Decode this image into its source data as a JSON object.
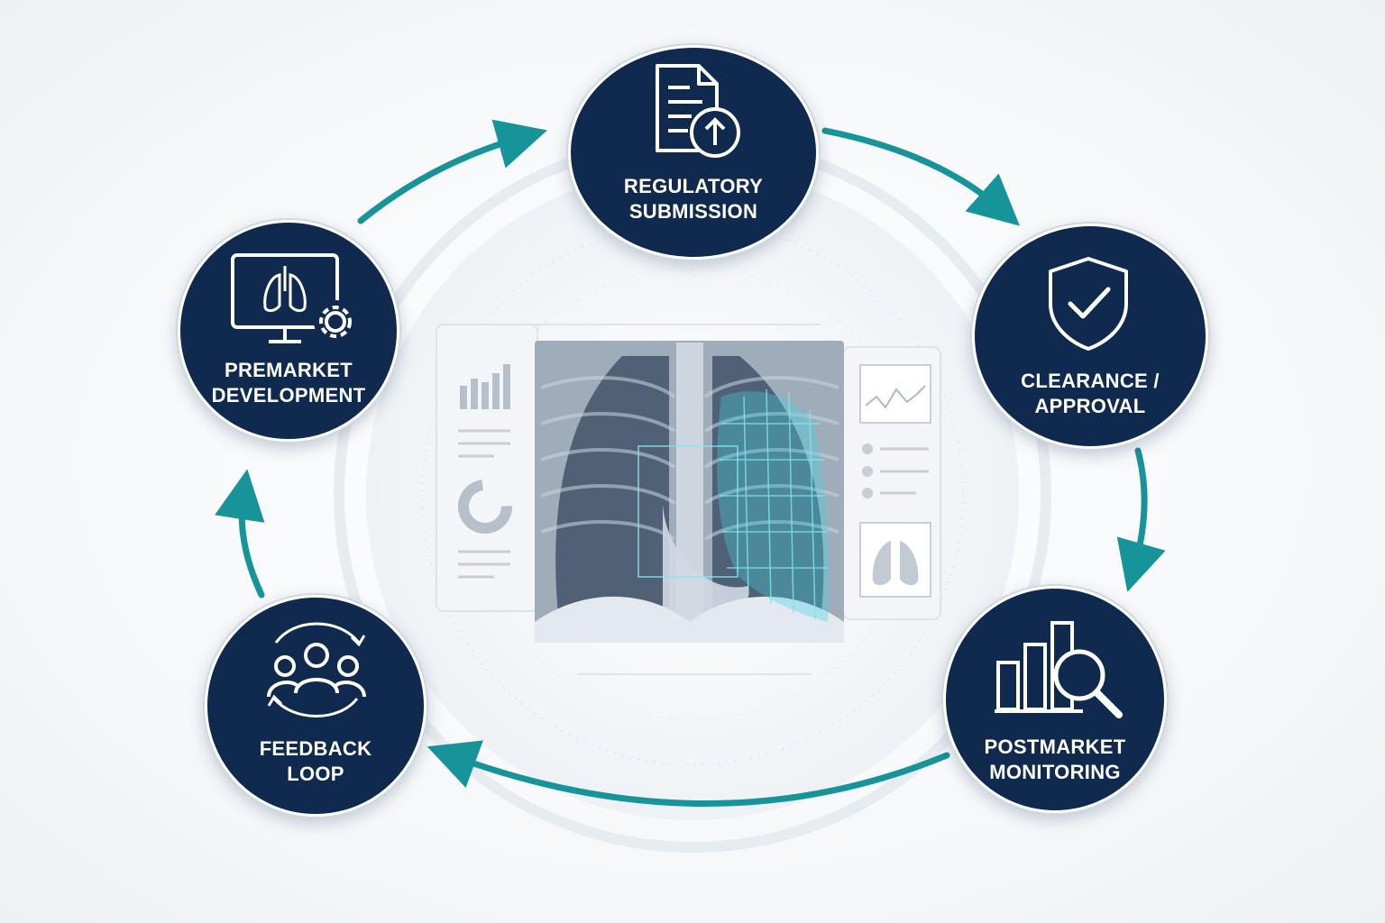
{
  "colors": {
    "node_fill": "#0f2a4e",
    "arrow": "#17939a",
    "node_text": "#ffffff",
    "panel": "#f3f5f8",
    "highlight": "#3fd0e0"
  },
  "stages": [
    {
      "id": "premarket",
      "icon": "monitor-lungs-gear-icon",
      "label_line1": "PREMARKET",
      "label_line2": "DEVELOPMENT"
    },
    {
      "id": "regulatory",
      "icon": "document-upload-icon",
      "label_line1": "REGULATORY",
      "label_line2": "SUBMISSION"
    },
    {
      "id": "clearance",
      "icon": "shield-check-icon",
      "label_line1": "CLEARANCE /",
      "label_line2": "APPROVAL"
    },
    {
      "id": "postmarket",
      "icon": "bar-chart-magnifier-icon",
      "label_line1": "POSTMARKET",
      "label_line2": "MONITORING"
    },
    {
      "id": "feedback",
      "icon": "people-cycle-icon",
      "label_line1": "FEEDBACK",
      "label_line2": "LOOP"
    }
  ],
  "center": {
    "image": "chest-xray",
    "left_panel_widgets": [
      "bar-chart-icon",
      "donut-chart-icon"
    ],
    "right_panel_widgets": [
      "line-chart-icon",
      "list-icon",
      "lungs-icon"
    ]
  }
}
